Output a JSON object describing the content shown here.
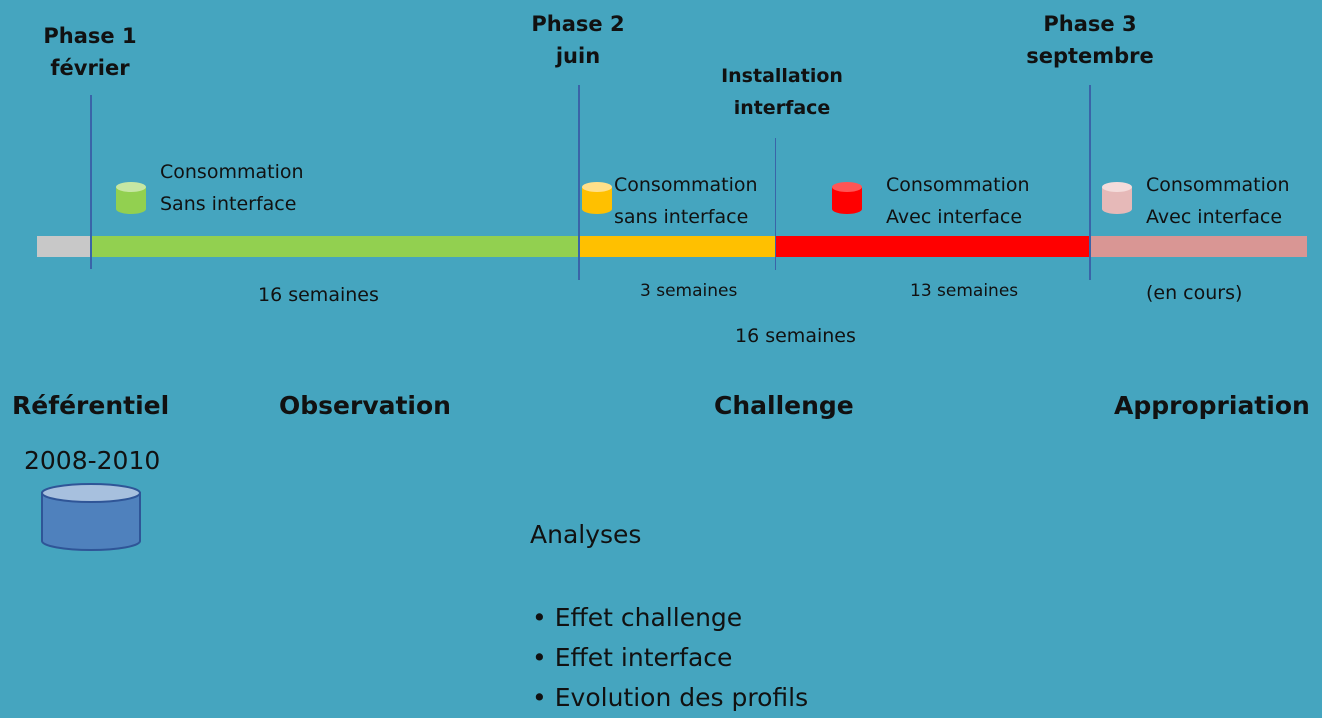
{
  "phases": [
    {
      "title": "Phase 1",
      "month": "février"
    },
    {
      "title": "Phase 2",
      "month": "juin"
    },
    {
      "title": "Phase 3",
      "month": "septembre"
    }
  ],
  "installation": {
    "line1": "Installation",
    "line2": "interface"
  },
  "segments": [
    {
      "name": "pre",
      "color": "#c8c8c8"
    },
    {
      "name": "observation",
      "color": "#92d050",
      "line1": "Consommation",
      "line2": "Sans interface",
      "duration": "16 semaines"
    },
    {
      "name": "challenge-1",
      "color": "#ffc000",
      "line1": "Consommation",
      "line2": "sans interface",
      "duration": "3 semaines"
    },
    {
      "name": "challenge-2",
      "color": "#ff0000",
      "line1": "Consommation",
      "line2": "Avec interface",
      "duration": "13 semaines"
    },
    {
      "name": "appropriation",
      "color": "#d99694",
      "line1": "Consommation",
      "line2": "Avec interface",
      "duration": "(en cours)"
    }
  ],
  "challenge_total": "16 semaines",
  "stages": {
    "referentiel": "Référentiel",
    "observation": "Observation",
    "challenge": "Challenge",
    "appropriation": "Appropriation"
  },
  "referentiel_years": "2008-2010",
  "analyses": {
    "title": "Analyses",
    "items": [
      "Effet challenge",
      "Effet interface",
      "Evolution des profils"
    ]
  },
  "colors": {
    "background": "#45a5bf",
    "phase_line": "#3a64a8",
    "referentiel_db": "#4f81bd"
  }
}
